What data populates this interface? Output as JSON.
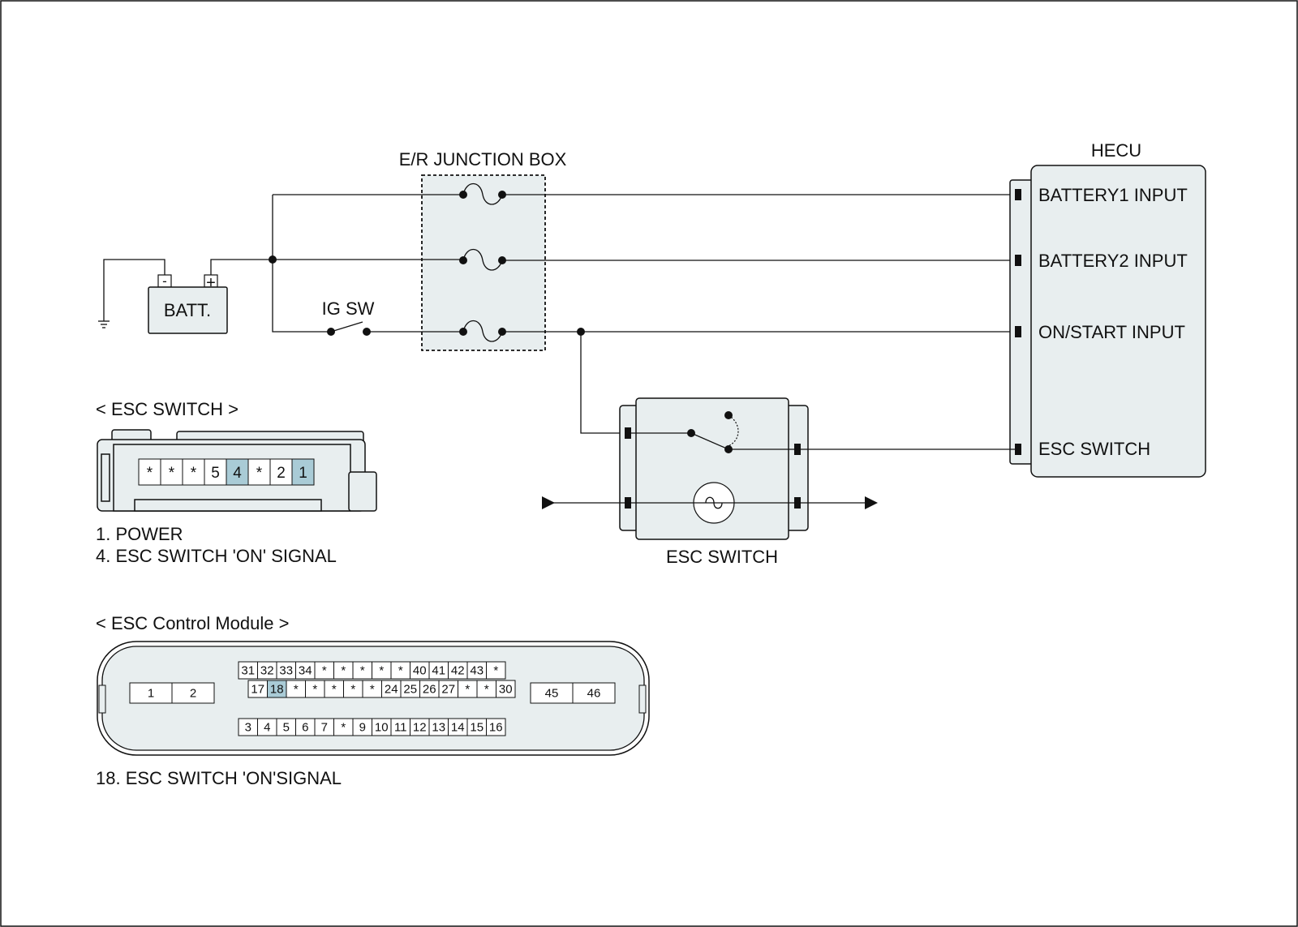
{
  "labels": {
    "junction_box": "E/R JUNCTION BOX",
    "hecu": "HECU",
    "battery": "BATT.",
    "ig_sw": "IG SW",
    "battery_minus": "-",
    "battery_plus": "+",
    "esc_switch_component": "ESC SWITCH"
  },
  "hecu_inputs": [
    "BATTERY1 INPUT",
    "BATTERY2 INPUT",
    "ON/START INPUT",
    "ESC SWITCH"
  ],
  "esc_switch_connector": {
    "title": "< ESC SWITCH >",
    "pins": [
      "*",
      "*",
      "*",
      "5",
      "4",
      "*",
      "2",
      "1"
    ],
    "highlighted": [
      "4",
      "1"
    ],
    "legend": [
      "1. POWER",
      "4. ESC SWITCH 'ON' SIGNAL"
    ]
  },
  "esc_module_connector": {
    "title": "< ESC Control Module >",
    "row_top": [
      "31",
      "32",
      "33",
      "34",
      "*",
      "*",
      "*",
      "*",
      "*",
      "40",
      "41",
      "42",
      "43",
      "*"
    ],
    "row_mid": [
      "17",
      "18",
      "*",
      "*",
      "*",
      "*",
      "*",
      "24",
      "25",
      "26",
      "27",
      "*",
      "*",
      "30"
    ],
    "row_bottom": [
      "3",
      "4",
      "5",
      "6",
      "7",
      "*",
      "9",
      "10",
      "11",
      "12",
      "13",
      "14",
      "15",
      "16"
    ],
    "left_block": [
      "1",
      "2"
    ],
    "right_block": [
      "45",
      "46"
    ],
    "highlighted": [
      "18"
    ],
    "legend": [
      "18. ESC SWITCH 'ON'SIGNAL"
    ]
  },
  "colors": {
    "component_fill": "#e8eeef",
    "highlight_pin": "#a9cbd6",
    "line": "#111111"
  }
}
